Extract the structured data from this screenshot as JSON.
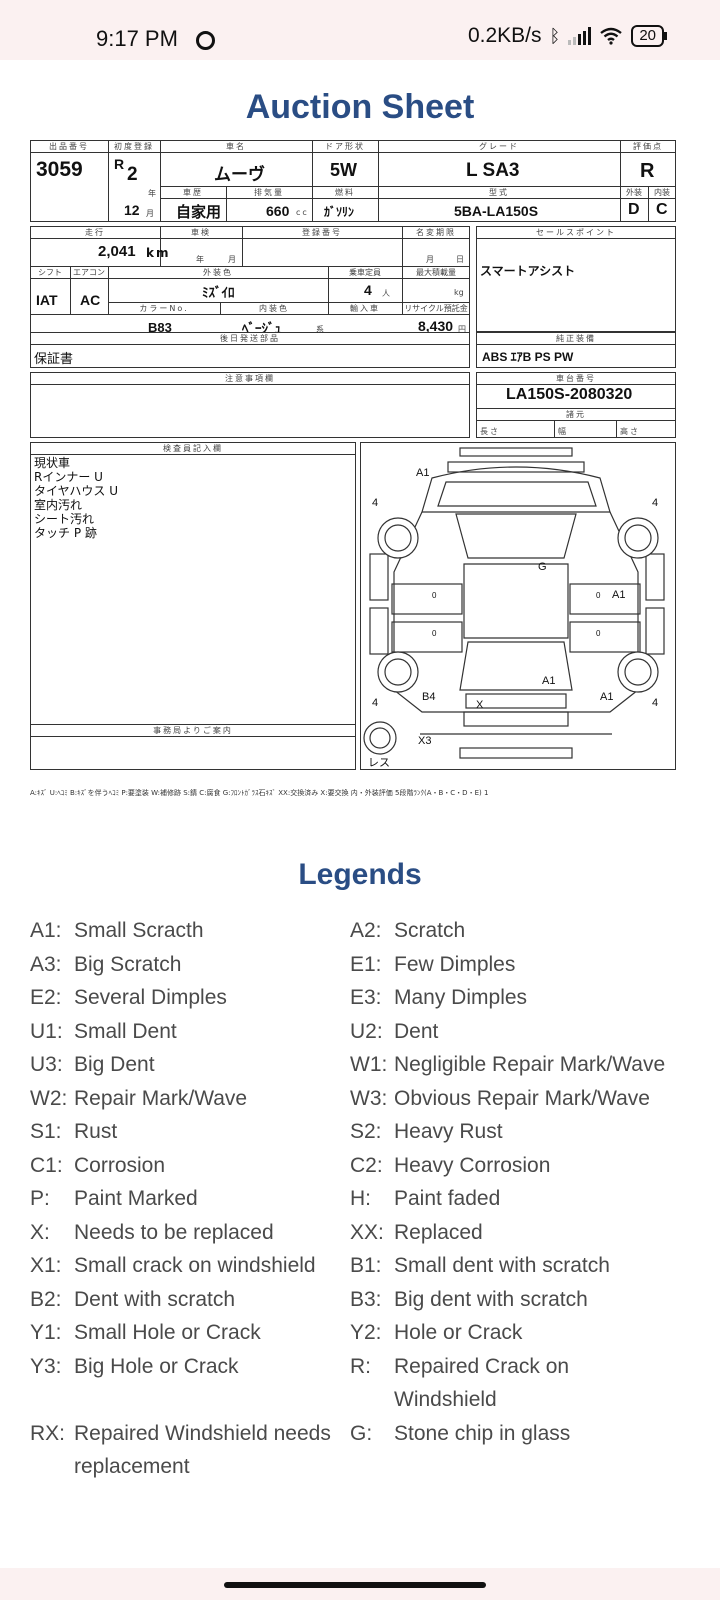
{
  "status": {
    "time": "9:17 PM",
    "speed": "0.2KB/s",
    "battery": "20"
  },
  "page_title": "Auction Sheet",
  "sheet": {
    "labels": {
      "lot_no": "出品番号",
      "first_reg": "初度登録",
      "car_name": "車名",
      "door_shape": "ドア形状",
      "grade": "グレード",
      "score": "評価点",
      "car_history": "車歴",
      "displacement": "排気量",
      "fuel": "燃料",
      "model": "型式",
      "exterior": "外装",
      "interior": "内装",
      "mileage": "走行",
      "inspection": "車検",
      "reg_no": "登録番号",
      "name_change": "名変期限",
      "sales_point": "セールスポイント",
      "shift": "シフト",
      "aircon": "エアコン",
      "ext_color": "外装色",
      "capacity": "乗車定員",
      "max_load": "最大積載量",
      "color_no": "カラーNo.",
      "int_color": "内装色",
      "import": "輸入車",
      "recycle": "リサイクル預託金",
      "post_parts": "後日発送部品",
      "equipment": "純正装備",
      "caution": "注意事項欄",
      "chassis_no": "車台番号",
      "dimensions": "諸元",
      "length": "長さ",
      "width": "幅",
      "height": "高さ",
      "inspector": "検査員記入欄",
      "office_notice": "事務局よりご案内",
      "year": "年",
      "month": "月",
      "day": "日",
      "cc": "cc",
      "km": "km",
      "persons": "人",
      "kg": "kg",
      "yen": "円",
      "sys": "系"
    },
    "values": {
      "lot_no": "3059",
      "era": "R",
      "year": "2",
      "month": "12",
      "car_name": "ムーヴ",
      "door_shape": "5W",
      "grade": "L SA3",
      "score": "R",
      "car_history": "自家用",
      "displacement": "660",
      "fuel": "ｶﾞｿﾘﾝ",
      "model": "5BA-LA150S",
      "exterior": "D",
      "interior": "C",
      "mileage": "2,041",
      "sales_point": "スマートアシスト",
      "shift": "IAT",
      "aircon": "AC",
      "ext_color": "ﾐｽﾞｲﾛ",
      "capacity": "4",
      "color_no": "B83",
      "int_color": "ﾍﾞｰｼﾞｭ",
      "recycle": "8,430",
      "post_parts": "保証書",
      "equipment": "ABS ｴｱB PS PW",
      "chassis_no": "LA150S-2080320"
    },
    "inspector_notes": [
      "現状車",
      "Rインナー U",
      "タイヤハウス U",
      "室内汚れ",
      "シート汚れ",
      "タッチ P 跡"
    ],
    "diagram_marks": {
      "front_left": "A1",
      "glass": "G",
      "right_door": "A1",
      "rear_center": "A1",
      "rear_left": "B4",
      "rear_right": "A1",
      "bumper": "X",
      "rear_bumper": "X3",
      "tire_count": "4",
      "spare": "レス",
      "zero": "0"
    },
    "footnote": "A:ｷｽﾞ U:ﾍｺﾐ B:ｷｽﾞを伴うﾍｺﾐ P:要塗装 W:補修跡 S:錆 C:腐食 G:ﾌﾛﾝﾄｶﾞﾗｽ石ｷｽﾞ XX:交換済み X:要交換 内・外装評価 5段階ﾗﾝｸ(A・B・C・D・E) 1"
  },
  "legend_title": "Legends",
  "legends": [
    [
      {
        "code": "A1:",
        "desc": "Small Scracth"
      },
      {
        "code": "A2:",
        "desc": "Scratch"
      }
    ],
    [
      {
        "code": "A3:",
        "desc": "Big Scratch"
      },
      {
        "code": "E1:",
        "desc": "Few Dimples"
      }
    ],
    [
      {
        "code": "E2:",
        "desc": "Several Dimples"
      },
      {
        "code": "E3:",
        "desc": "Many Dimples"
      }
    ],
    [
      {
        "code": "U1:",
        "desc": "Small Dent"
      },
      {
        "code": "U2:",
        "desc": "Dent"
      }
    ],
    [
      {
        "code": "U3:",
        "desc": "Big Dent"
      },
      {
        "code": "W1:",
        "desc": "Negligible Repair Mark/Wave"
      }
    ],
    [
      {
        "code": "W2:",
        "desc": "Repair Mark/Wave"
      },
      {
        "code": "W3:",
        "desc": "Obvious Repair Mark/Wave"
      }
    ],
    [
      {
        "code": "S1:",
        "desc": "Rust"
      },
      {
        "code": "S2:",
        "desc": "Heavy Rust"
      }
    ],
    [
      {
        "code": "C1:",
        "desc": "Corrosion"
      },
      {
        "code": "C2:",
        "desc": "Heavy Corrosion"
      }
    ],
    [
      {
        "code": "P:",
        "desc": "Paint Marked"
      },
      {
        "code": "H:",
        "desc": "Paint faded"
      }
    ],
    [
      {
        "code": "X:",
        "desc": "Needs to be replaced"
      },
      {
        "code": "XX:",
        "desc": "Replaced"
      }
    ],
    [
      {
        "code": "X1:",
        "desc": "Small crack on windshield"
      },
      {
        "code": "B1:",
        "desc": "Small dent with scratch"
      }
    ],
    [
      {
        "code": "B2:",
        "desc": "Dent with scratch"
      },
      {
        "code": "B3:",
        "desc": "Big dent with scratch"
      }
    ],
    [
      {
        "code": "Y1:",
        "desc": "Small Hole or Crack"
      },
      {
        "code": "Y2:",
        "desc": "Hole or Crack"
      }
    ],
    [
      {
        "code": "Y3:",
        "desc": "Big Hole or Crack"
      },
      {
        "code": "R:",
        "desc": "Repaired Crack on Windshield"
      }
    ],
    [
      {
        "code": "RX:",
        "desc": "Repaired Windshield needs replacement"
      },
      {
        "code": "G:",
        "desc": "Stone chip in glass"
      }
    ]
  ]
}
